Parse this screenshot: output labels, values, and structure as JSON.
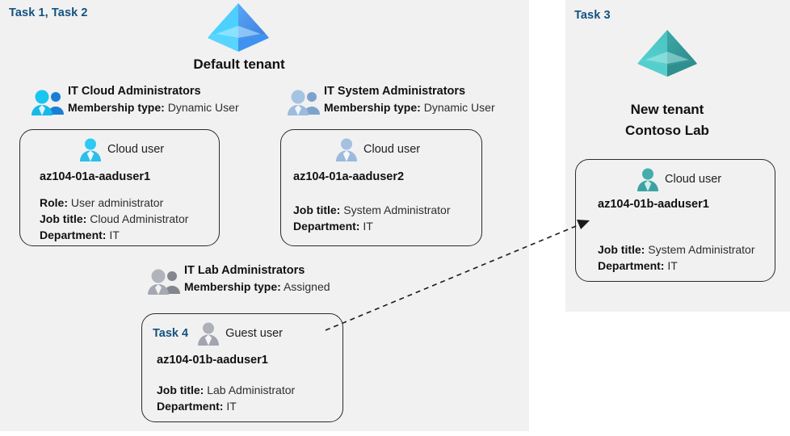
{
  "panels": {
    "left": {
      "task_label": "Task 1, Task 2"
    },
    "right": {
      "task_label": "Task 3"
    }
  },
  "tenants": {
    "default": {
      "icon": "azure-tenant-icon",
      "title": "Default tenant",
      "color": "#3fc6f5"
    },
    "new": {
      "icon": "azure-tenant-icon",
      "title_line1": "New  tenant",
      "title_line2": "Contoso Lab",
      "color": "#3bb3b0"
    }
  },
  "groups": [
    {
      "id": "it-cloud-administrators",
      "icon": "group-users-icon",
      "name": "IT Cloud Administrators",
      "meta_label": "Membership type:",
      "meta_value": "Dynamic User",
      "color": "#12b6ea"
    },
    {
      "id": "it-system-administrators",
      "icon": "group-users-icon",
      "name": "IT System Administrators",
      "meta_label": "Membership type:",
      "meta_value": "Dynamic User",
      "color": "#9dbee0"
    },
    {
      "id": "it-lab-administrators",
      "icon": "group-users-icon",
      "name": "IT Lab Administrators",
      "meta_label": "Membership type:",
      "meta_value": "Assigned",
      "color": "#a7a9b5"
    }
  ],
  "cards": [
    {
      "id": "az104-01a-aaduser1",
      "user_icon": "cloud-user-icon",
      "user_type": "Cloud user",
      "name": "az104-01a-aaduser1",
      "attrs": [
        {
          "label": "Role:",
          "value": "User administrator"
        },
        {
          "label": "Job title:",
          "value": "Cloud Administrator"
        },
        {
          "label": "Department:",
          "value": "IT"
        }
      ],
      "icon_color": "#26c6f5"
    },
    {
      "id": "az104-01a-aaduser2",
      "user_icon": "cloud-user-icon",
      "user_type": "Cloud user",
      "name": "az104-01a-aaduser2",
      "attrs": [
        {
          "label": "Job title:",
          "value": "System Administrator"
        },
        {
          "label": "Department:",
          "value": "IT"
        }
      ],
      "icon_color": "#9dbee0"
    },
    {
      "id": "az104-01b-aaduser1-guest",
      "task_label": "Task 4",
      "user_icon": "guest-user-icon",
      "user_type": "Guest user",
      "name": "az104-01b-aaduser1",
      "attrs": [
        {
          "label": "Job title:",
          "value": "Lab Administrator"
        },
        {
          "label": "Department:",
          "value": "IT"
        }
      ],
      "icon_color": "#a7a9b5"
    },
    {
      "id": "az104-01b-aaduser1-cloud",
      "user_icon": "cloud-user-icon",
      "user_type": "Cloud user",
      "name": "az104-01b-aaduser1",
      "attrs": [
        {
          "label": "Job title:",
          "value": "System Administrator"
        },
        {
          "label": "Department:",
          "value": "IT"
        }
      ],
      "icon_color": "#3ba9a6"
    }
  ],
  "connector": {
    "name": "guest-invitation-arrow",
    "style": "dashed",
    "color": "#1a1a1a"
  },
  "colors": {
    "panel_background": "#f1f1f1",
    "task_accent": "#12537f",
    "card_border": "#2b2b2b",
    "text": "#111111"
  }
}
